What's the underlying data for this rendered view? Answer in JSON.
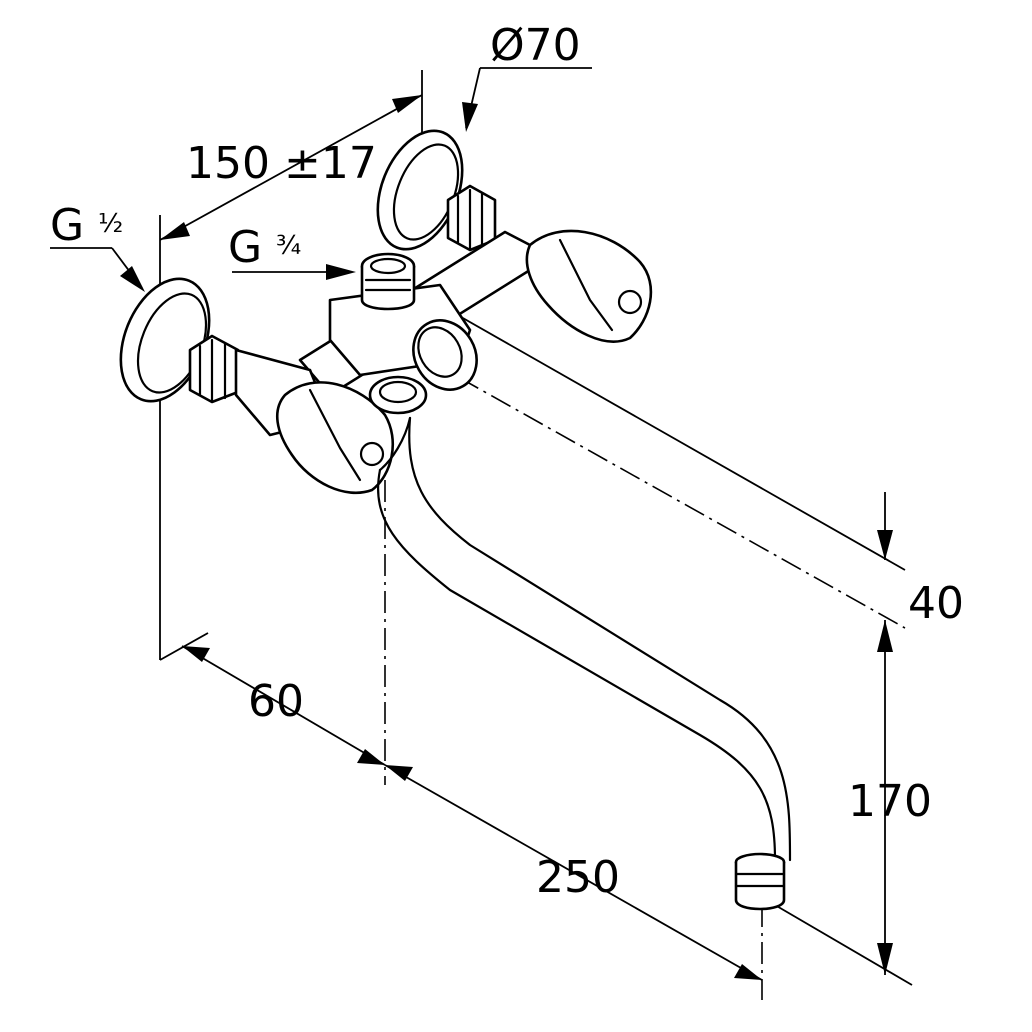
{
  "labels": {
    "dia": "Ø70",
    "centers": "150 ±17",
    "g_half_g": "G",
    "g_half_frac": "½",
    "g_34_g": "G",
    "g_34_frac": "¾",
    "depth_total": "40",
    "height": "170",
    "wall_to_axis": "60",
    "reach": "250"
  }
}
